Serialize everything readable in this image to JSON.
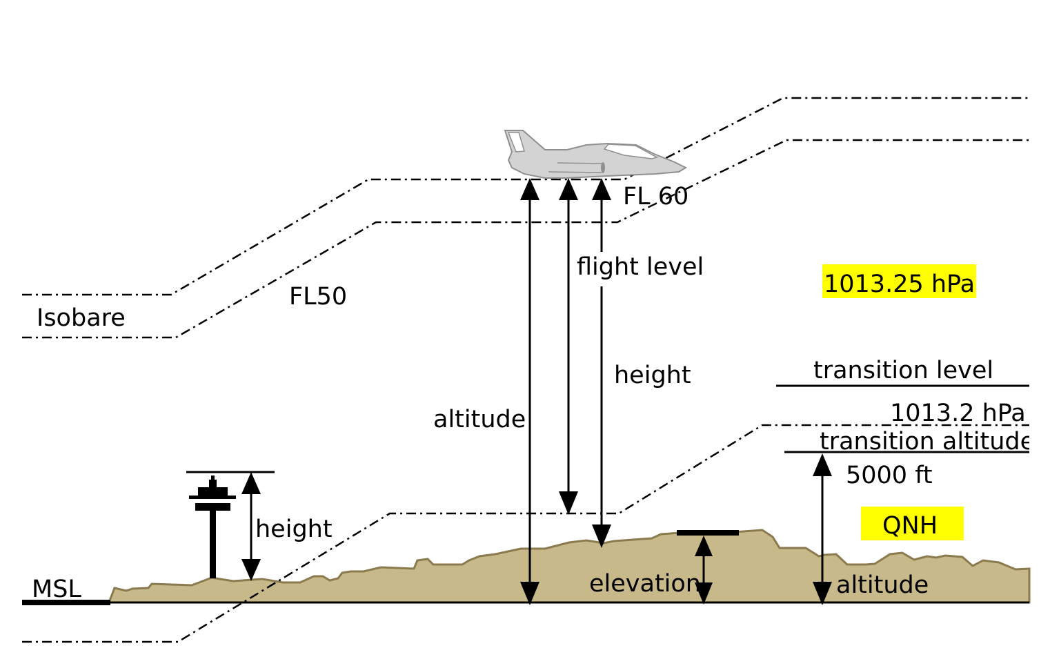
{
  "labels": {
    "fl60": "FL 60",
    "fl50": "FL50",
    "isobare": "Isobare",
    "flight_level": "flight level",
    "hpa_std": "1013.25 hPa",
    "height_aircraft": "height",
    "transition_level": "transition level",
    "hpa_transition": "1013.2 hPa",
    "transition_altitude": "transition altitude",
    "ft_5000": "5000 ft",
    "altitude_aircraft": "altitude",
    "qnh": "QNH",
    "height_tower": "height",
    "msl": "MSL",
    "elevation": "elevation",
    "altitude_ground": "altitude"
  },
  "colors": {
    "terrain_fill": "#c8b98a",
    "terrain_stroke": "#8a7a4e",
    "highlight": "#ffff00",
    "aircraft_fill": "#d3d3d3",
    "aircraft_stroke": "#8f8f8f"
  },
  "icons": [
    "aircraft-icon",
    "control-tower-icon",
    "runway-icon"
  ]
}
